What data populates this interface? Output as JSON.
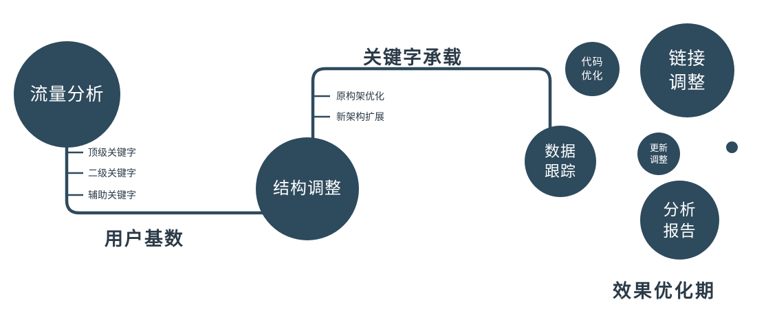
{
  "colors": {
    "primary": "#2e4a5d",
    "text_dark": "#2b3a47",
    "background": "#ffffff"
  },
  "nodes": {
    "traffic_analysis": {
      "label": "流量分析"
    },
    "structure_adjust": {
      "label": "结构调整"
    },
    "data_tracking": {
      "line1": "数据",
      "line2": "跟踪"
    },
    "code_optimize": {
      "line1": "代码",
      "line2": "优化"
    },
    "link_adjust": {
      "line1": "链接",
      "line2": "调整"
    },
    "update_adjust": {
      "line1": "更新",
      "line2": "调整"
    },
    "analysis_report": {
      "line1": "分析",
      "line2": "报告"
    }
  },
  "edge_labels": {
    "user_base": "用户基数",
    "keyword_carry": "关键字承载"
  },
  "branches": {
    "traffic": [
      "顶级关键字",
      "二级关键字",
      "辅助关键字"
    ],
    "structure": [
      "原构架优化",
      "新架构扩展"
    ]
  },
  "caption": "效果优化期"
}
